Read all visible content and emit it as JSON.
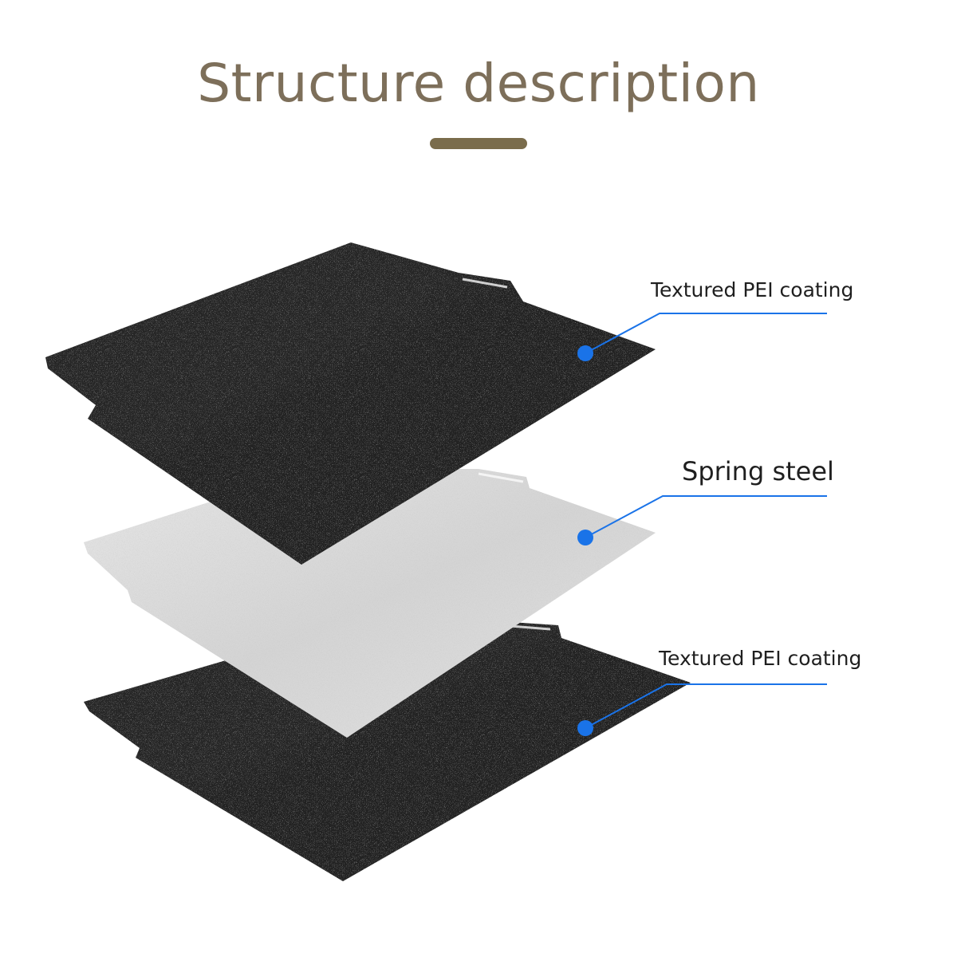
{
  "title": "Structure description",
  "colors": {
    "title": "#7d6f5a",
    "underline": "#7a6c4c",
    "callout": "#1a73e8",
    "label": "#1f1f1f",
    "dark_sheet": "#232323",
    "steel_sheet": "#d9d9d9"
  },
  "layers": [
    {
      "label": "Textured PEI coating",
      "material": "textured-pei"
    },
    {
      "label": "Spring steel",
      "material": "spring-steel"
    },
    {
      "label": "Textured PEI coating",
      "material": "textured-pei"
    }
  ]
}
